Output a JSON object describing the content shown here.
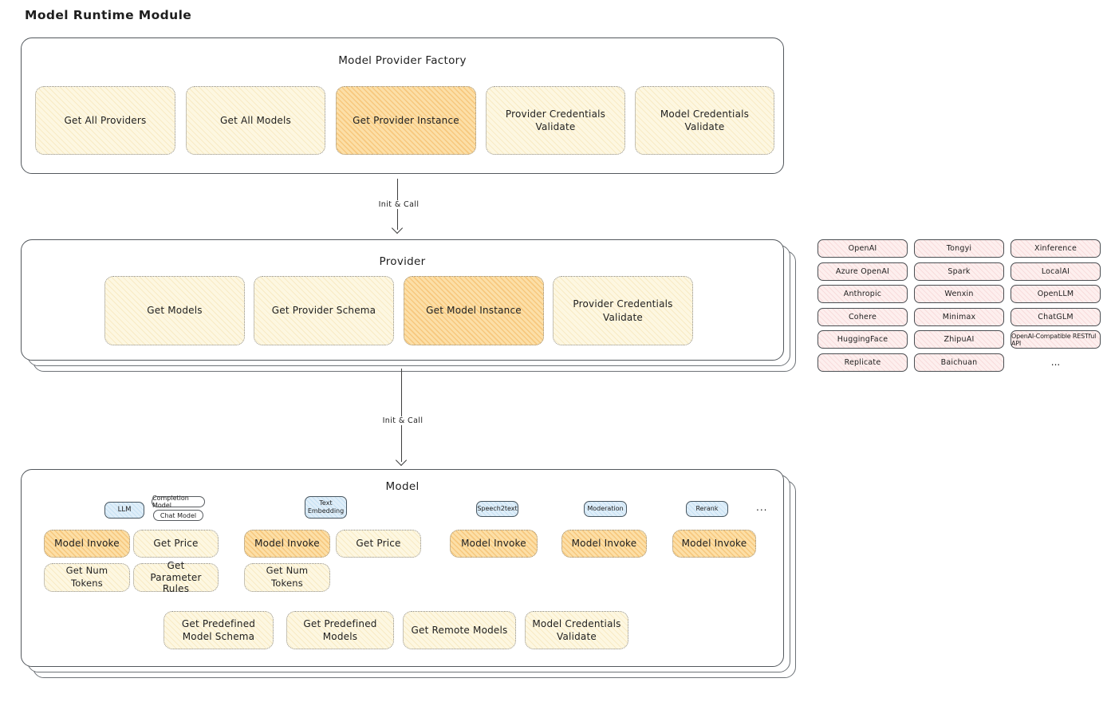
{
  "title": "Model Runtime Module",
  "arrow_label": "Init & Call",
  "colors": {
    "ink": "#1e1e1e",
    "frame_border": "#53585d",
    "yellow_fill": "#fdf7e1",
    "orange_fill": "#fcdfa7",
    "pink_fill": "#fdefee",
    "blue_fill": "#dfeef9"
  },
  "factory": {
    "title": "Model Provider Factory",
    "boxes": [
      {
        "label": "Get All Providers",
        "highlighted": false
      },
      {
        "label": "Get All Models",
        "highlighted": false
      },
      {
        "label": "Get Provider Instance",
        "highlighted": true
      },
      {
        "label": "Provider Credentials Validate",
        "highlighted": false
      },
      {
        "label": "Model Credentials Validate",
        "highlighted": false
      }
    ]
  },
  "provider": {
    "title": "Provider",
    "boxes": [
      {
        "label": "Get Models",
        "highlighted": false
      },
      {
        "label": "Get Provider Schema",
        "highlighted": false
      },
      {
        "label": "Get Model Instance",
        "highlighted": true
      },
      {
        "label": "Provider Credentials Validate",
        "highlighted": false
      }
    ]
  },
  "providers": {
    "items": [
      "OpenAI",
      "Tongyi",
      "Xinference",
      "Azure OpenAI",
      "Spark",
      "LocalAI",
      "Anthropic",
      "Wenxin",
      "OpenLLM",
      "Cohere",
      "Minimax",
      "ChatGLM",
      "HuggingFace",
      "ZhipuAI",
      "OpenAI-Compatible RESTful API",
      "Replicate",
      "Baichuan"
    ],
    "more": "..."
  },
  "model": {
    "title": "Model",
    "tags": {
      "llm": "LLM",
      "completion": "Completion Model",
      "chat": "Chat Model",
      "text_embedding": "Text Embedding",
      "speech2text": "Speech2text",
      "moderation": "Moderation",
      "rerank": "Rerank",
      "more": "..."
    },
    "llm_group": {
      "invoke": "Model Invoke",
      "get_price": "Get Price",
      "get_num_tokens": "Get Num Tokens",
      "get_parameter_rules": "Get Parameter Rules"
    },
    "text_embedding_group": {
      "invoke": "Model Invoke",
      "get_price": "Get Price",
      "get_num_tokens": "Get Num Tokens"
    },
    "speech2text_group": {
      "invoke": "Model Invoke"
    },
    "moderation_group": {
      "invoke": "Model Invoke"
    },
    "rerank_group": {
      "invoke": "Model Invoke"
    },
    "bottom_boxes": [
      "Get Predefined Model Schema",
      "Get Predefined Models",
      "Get Remote Models",
      "Model Credentials Validate"
    ]
  }
}
